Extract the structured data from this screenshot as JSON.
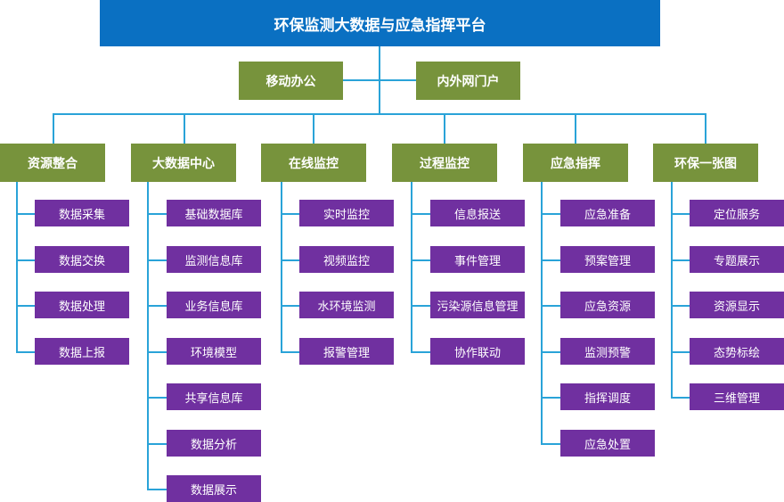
{
  "title": "环保监测大数据与应急指挥平台",
  "top_nodes": [
    "移动办公",
    "内外网门户"
  ],
  "columns": [
    {
      "label": "资源整合",
      "children": [
        "数据采集",
        "数据交换",
        "数据处理",
        "数据上报"
      ]
    },
    {
      "label": "大数据中心",
      "children": [
        "基础数据库",
        "监测信息库",
        "业务信息库",
        "环境模型",
        "共享信息库",
        "数据分析",
        "数据展示"
      ]
    },
    {
      "label": "在线监控",
      "children": [
        "实时监控",
        "视频监控",
        "水环境监测",
        "报警管理"
      ]
    },
    {
      "label": "过程监控",
      "children": [
        "信息报送",
        "事件管理",
        "污染源信息管理",
        "协作联动"
      ]
    },
    {
      "label": "应急指挥",
      "children": [
        "应急准备",
        "预案管理",
        "应急资源",
        "监测预警",
        "指挥调度",
        "应急处置"
      ]
    },
    {
      "label": "环保一张图",
      "children": [
        "定位服务",
        "专题展示",
        "资源显示",
        "态势标绘",
        "三维管理"
      ]
    }
  ],
  "colors": {
    "title": "#0a70c2",
    "green": "#77933c",
    "purple": "#7030a0",
    "line": "#2aa3d8"
  }
}
